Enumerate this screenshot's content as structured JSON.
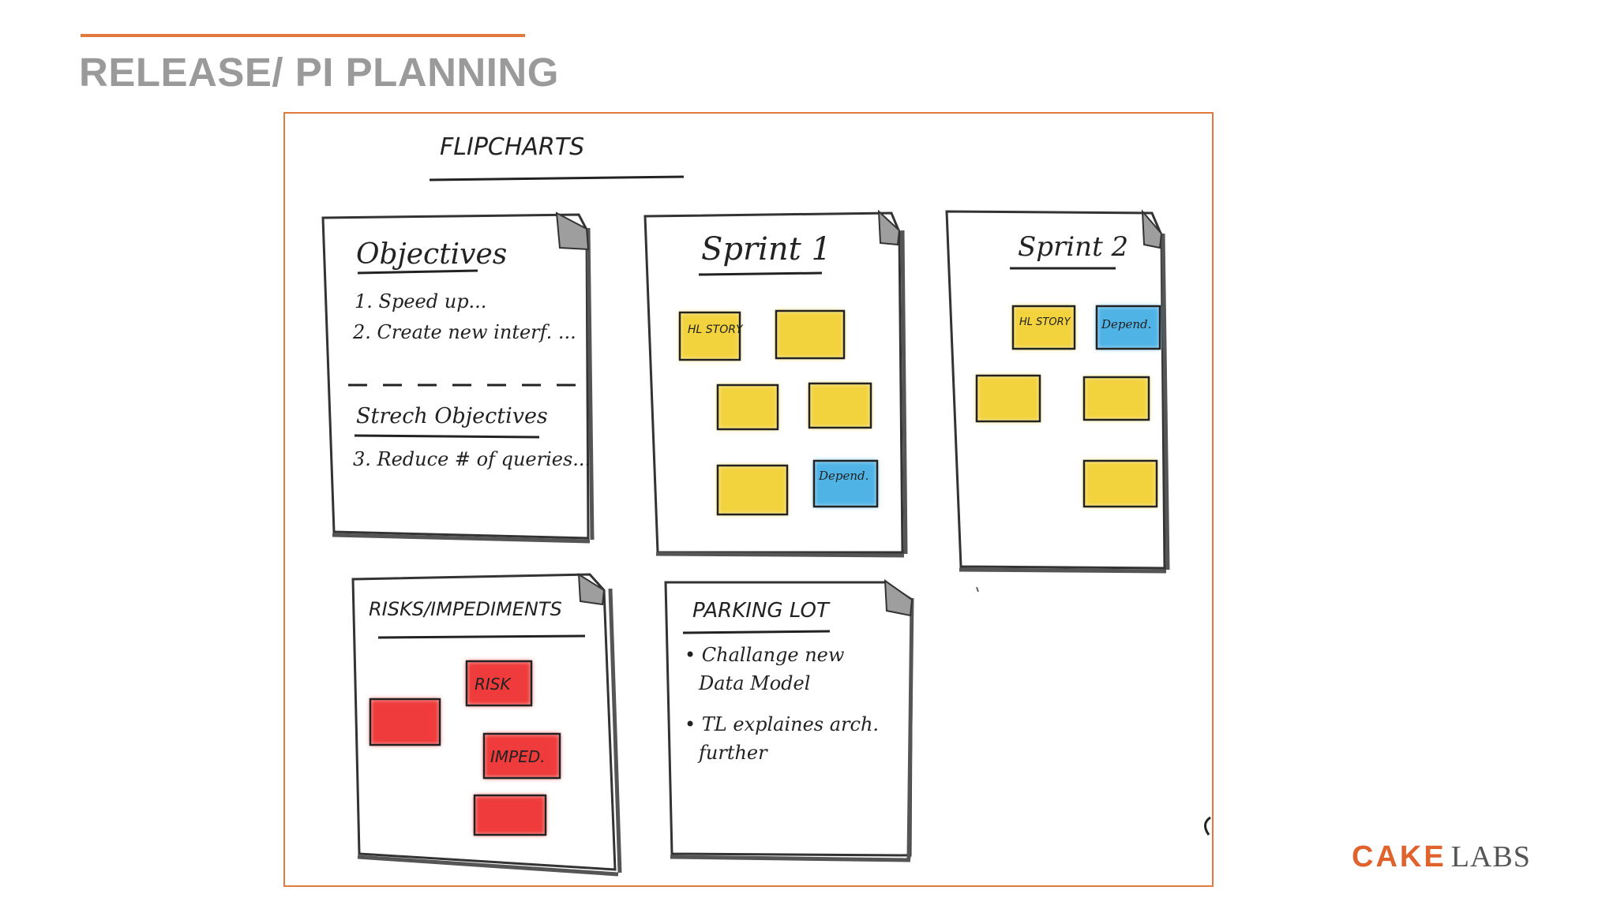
{
  "slide": {
    "title": "RELEASE/ PI PLANNING",
    "colors": {
      "accent": "#e07a3f",
      "title": "#9a9a9a",
      "sticky_yellow": "#f2d23c",
      "sticky_blue": "#4fb3e6",
      "sticky_red": "#ef3a3a"
    }
  },
  "flipchart": {
    "heading": "FLIPCHARTS",
    "objectives": {
      "title": "Objectives",
      "line1": "1. Speed up...",
      "line2": "2. Create new interf. ...",
      "stretch_title": "Strech Objectives",
      "line3": "3. Reduce # of queries..."
    },
    "sprint1": {
      "title": "Sprint 1",
      "story_note": "HL STORY",
      "depend_note": "Depend."
    },
    "sprint2": {
      "title": "Sprint 2",
      "story_note": "HL STORY",
      "depend_note": "Depend."
    },
    "risks": {
      "title": "RISKS/IMPEDIMENTS",
      "risk_note": "RISK",
      "imped_note": "IMPED."
    },
    "parking_lot": {
      "title": "PARKING LOT",
      "bullet1_line1": "• Challange new",
      "bullet1_line2": "Data Model",
      "bullet2_line1": "• TL explaines arch.",
      "bullet2_line2": "further"
    }
  },
  "logo": {
    "cake": "CAKE",
    "labs": "LABS"
  }
}
